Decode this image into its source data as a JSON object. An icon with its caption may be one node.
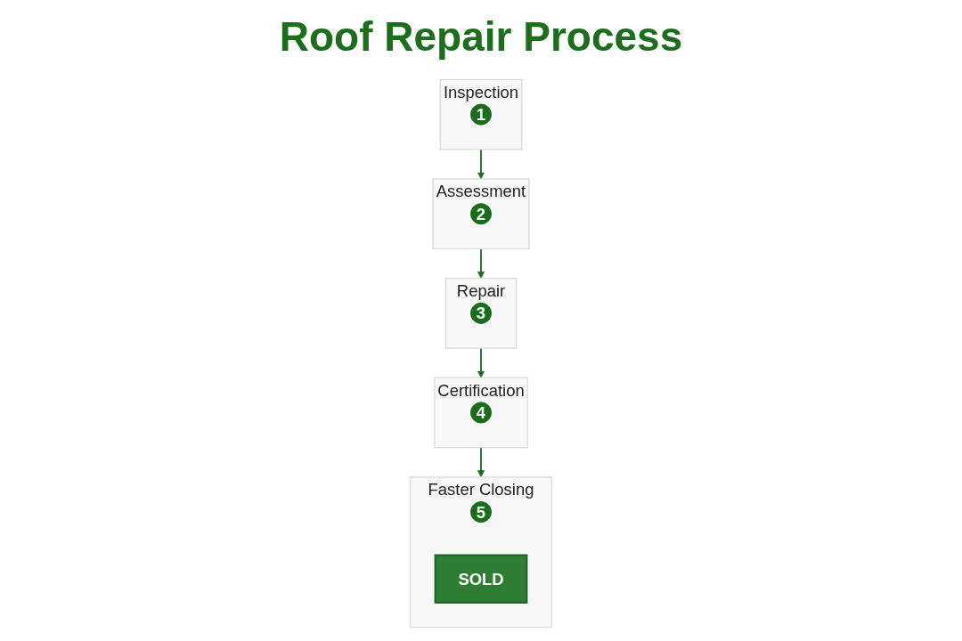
{
  "diagram": {
    "title": "Roof Repair Process",
    "nodes": [
      {
        "text": [
          "Inspection"
        ]
      },
      {
        "text": [
          "1"
        ],
        "in": 0
      },
      {
        "text": [
          "Assessment"
        ]
      },
      {
        "text": [
          "2"
        ],
        "in": 2
      },
      {
        "text": [
          "Repair"
        ]
      },
      {
        "text": [
          "3"
        ],
        "in": 4
      },
      {
        "text": [
          "Certification"
        ]
      },
      {
        "text": [
          "4"
        ],
        "in": 6
      },
      {
        "text": [
          "Faster Closing"
        ]
      },
      {
        "text": [
          "5"
        ],
        "in": 8
      },
      {
        "text": [
          "SOLD"
        ],
        "in": 8
      }
    ],
    "edges": [
      {
        "from": 0,
        "to": 2,
        "arrow": "to"
      },
      {
        "from": 2,
        "to": 4,
        "arrow": "to"
      },
      {
        "from": 4,
        "to": 6,
        "arrow": "to"
      },
      {
        "from": 6,
        "to": 8,
        "arrow": "to"
      }
    ]
  }
}
